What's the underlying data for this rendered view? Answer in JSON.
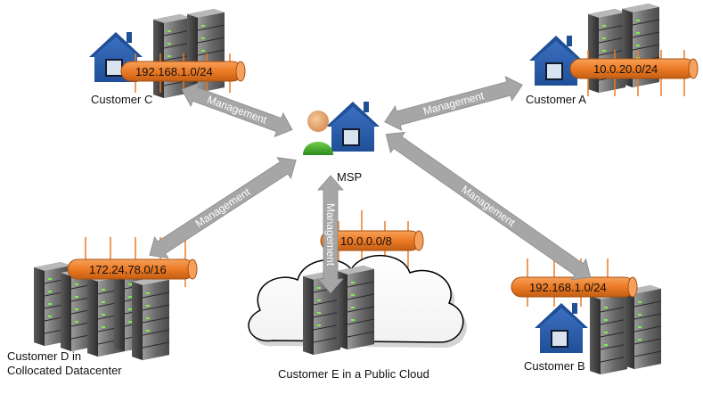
{
  "diagram": {
    "msp_label": "MSP",
    "customers": {
      "a": {
        "label": "Customer A",
        "subnet": "10.0.20.0/24"
      },
      "b": {
        "label": "Customer B",
        "subnet": "192.168.1.0/24"
      },
      "c": {
        "label": "Customer C",
        "subnet": "192.168.1.0/24"
      },
      "d": {
        "label_line1": "Customer D in",
        "label_line2": "Collocated Datacenter",
        "subnet": "172.24.78.0/16"
      },
      "e": {
        "label": "Customer E in a Public Cloud",
        "subnet": "10.0.0.0/8"
      }
    },
    "links": {
      "c": "Management",
      "a": "Management",
      "d": "Management",
      "e": "Management",
      "b": "Management"
    }
  }
}
